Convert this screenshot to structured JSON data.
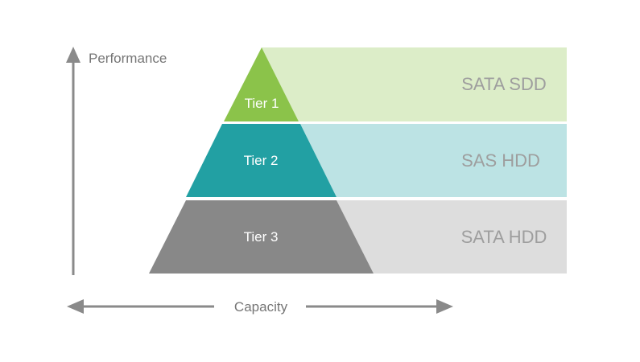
{
  "axes": {
    "y_label": "Performance",
    "x_label": "Capacity"
  },
  "tiers": [
    {
      "label": "Tier 1",
      "storage": "SATA SDD",
      "tier_color": "#8bc34a",
      "band_color": "#dcedc8"
    },
    {
      "label": "Tier 2",
      "storage": "SAS HDD",
      "tier_color": "#22a0a3",
      "band_color": "#bce3e4"
    },
    {
      "label": "Tier 3",
      "storage": "SATA HDD",
      "tier_color": "#888888",
      "band_color": "#dddddd"
    }
  ],
  "colors": {
    "axis": "#8a8a8a",
    "axis_text": "#757575",
    "storage_text": "#9e9e9e",
    "tier_text": "#ffffff"
  }
}
